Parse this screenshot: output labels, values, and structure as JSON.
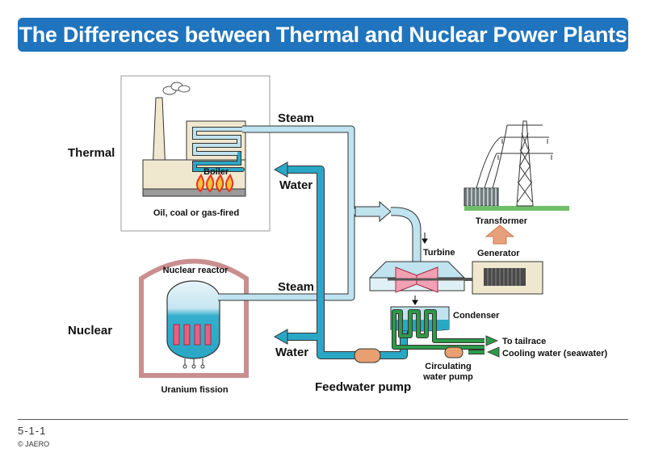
{
  "title": "The Differences between Thermal and Nuclear Power Plants",
  "labels": {
    "thermal": "Thermal",
    "nuclear": "Nuclear",
    "steam_top": "Steam",
    "water_top": "Water",
    "steam_bottom": "Steam",
    "water_bottom": "Water",
    "boiler": "Boiler",
    "fuel": "Oil, coal or gas-fired",
    "reactor": "Nuclear reactor",
    "fission": "Uranium fission",
    "turbine": "Turbine",
    "generator": "Generator",
    "transformer": "Transformer",
    "condenser": "Condenser",
    "tailrace": "To tailrace",
    "cooling": "Cooling water (seawater)",
    "circ_pump_1": "Circulating",
    "circ_pump_2": "water pump",
    "feed_pump": "Feedwater pump"
  },
  "footer": {
    "page": "5-1-1",
    "copyright": "© JAERO"
  },
  "colors": {
    "title_bg": "#1f74bd",
    "steam": "#bfe3ef",
    "water": "#2aa7c4",
    "cooling": "#2c9a49",
    "pump": "#e8a070",
    "flame": "#e8321e",
    "arrow_up": "#e7a07a"
  }
}
